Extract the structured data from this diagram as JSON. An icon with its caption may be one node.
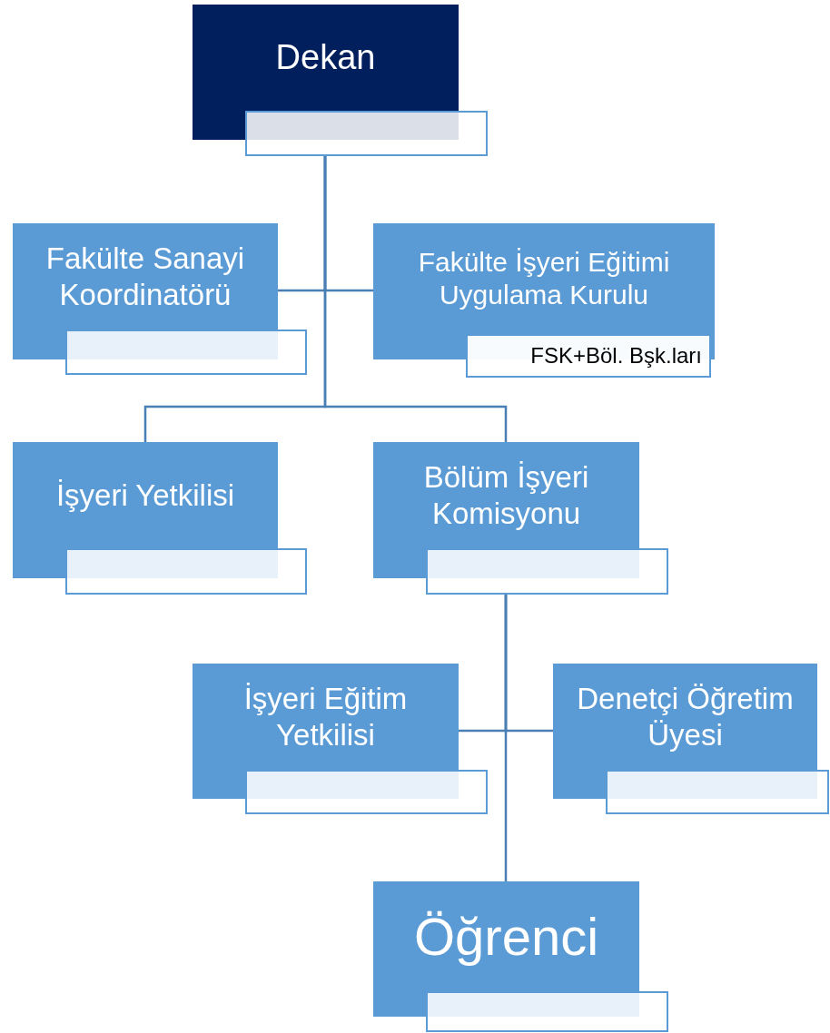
{
  "diagram": {
    "nodes": [
      {
        "text": [
          "Dekan"
        ]
      },
      {
        "text": [],
        "shape": "box"
      },
      {
        "text": [
          "Fakülte Sanayi Koordinatörü"
        ]
      },
      {
        "text": [],
        "shape": "box"
      },
      {
        "text": [
          "Fakülte İşyeri Eğitimi Uygulama Kurulu"
        ]
      },
      {
        "text": [
          "FSK+Böl. Bşk.ları"
        ]
      },
      {
        "text": [
          "İşyeri Yetkilisi"
        ]
      },
      {
        "text": [],
        "shape": "box"
      },
      {
        "text": [
          "Bölüm İşyeri Komisyonu"
        ]
      },
      {
        "text": [],
        "shape": "box"
      },
      {
        "text": [
          "İşyeri Eğitim Yetkilisi"
        ]
      },
      {
        "text": [],
        "shape": "box"
      },
      {
        "text": [
          "Denetçi Öğretim Üyesi"
        ]
      },
      {
        "text": [],
        "shape": "box"
      },
      {
        "text": [
          "Öğrenci"
        ]
      },
      {
        "text": [],
        "shape": "box"
      }
    ],
    "edges": [
      {
        "from": 1,
        "to": 2,
        "arrow": "none"
      },
      {
        "from": 1,
        "to": 4,
        "arrow": "none"
      },
      {
        "from": 1,
        "to": 6,
        "arrow": "none"
      },
      {
        "from": 1,
        "to": 8,
        "arrow": "none"
      },
      {
        "from": 9,
        "to": 10,
        "arrow": "none"
      },
      {
        "from": 9,
        "to": 12,
        "arrow": "none"
      },
      {
        "from": 9,
        "to": 14,
        "arrow": "none"
      }
    ]
  }
}
